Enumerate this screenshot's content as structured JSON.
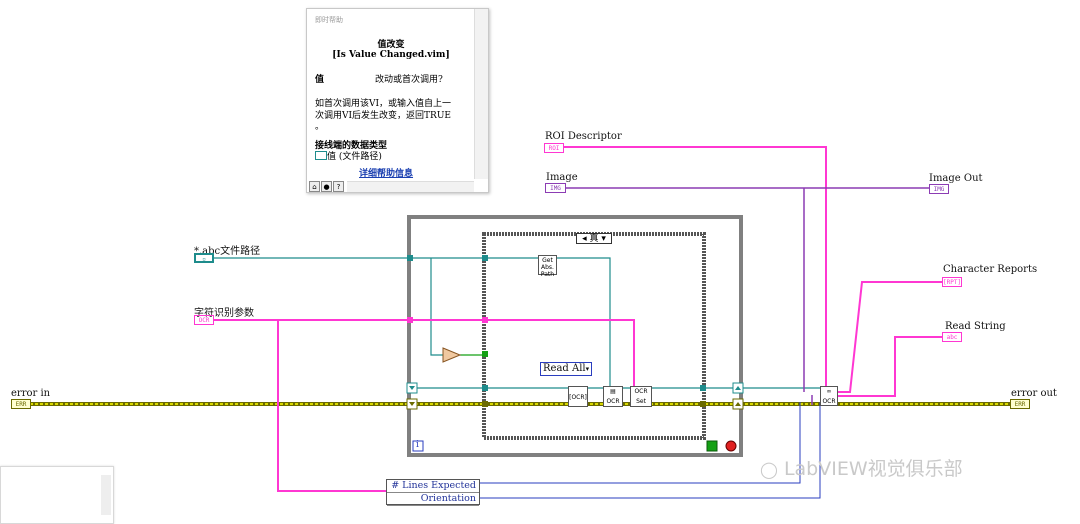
{
  "context_help": {
    "window_title": "即时帮助",
    "vi_name_cn": "值改变",
    "vi_file": "[Is Value Changed.vim]",
    "input_label": "值",
    "output_label": "改动或首次调用?",
    "description_line1": "如首次调用该VI，或输入值自上一",
    "description_line2": "次调用VI后发生改变，返回TRUE",
    "description_line3": "。",
    "terminal_types_heading": "接线端的数据类型",
    "terminal_type_item": "值 (文件路径)",
    "detailed_help_link": "详细帮助信息"
  },
  "controls": {
    "roi_descriptor": "ROI Descriptor",
    "image": "Image",
    "image_out": "Image Out",
    "abc_path": "*.abc文件路径",
    "char_params": "字符识别参数",
    "character_reports": "Character Reports",
    "read_string": "Read String",
    "error_in": "error in",
    "error_out": "error out"
  },
  "diagram": {
    "case_selector": "真",
    "read_all": "Read All",
    "bundle_item1": "# Lines Expected",
    "bundle_item2": "Orientation",
    "loop_iteration": "i",
    "stop_terminal": "TF",
    "set_label": "Set",
    "get_abs_path": "Get Abs. Path"
  },
  "watermark": "LabVIEW视觉俱乐部",
  "colors": {
    "path_wire": "#1e8c8c",
    "cluster_wire": "#ff37d2",
    "error_wire": "#c8c800",
    "image_wire": "#8c3cb4",
    "bool_wire": "#14a014"
  }
}
